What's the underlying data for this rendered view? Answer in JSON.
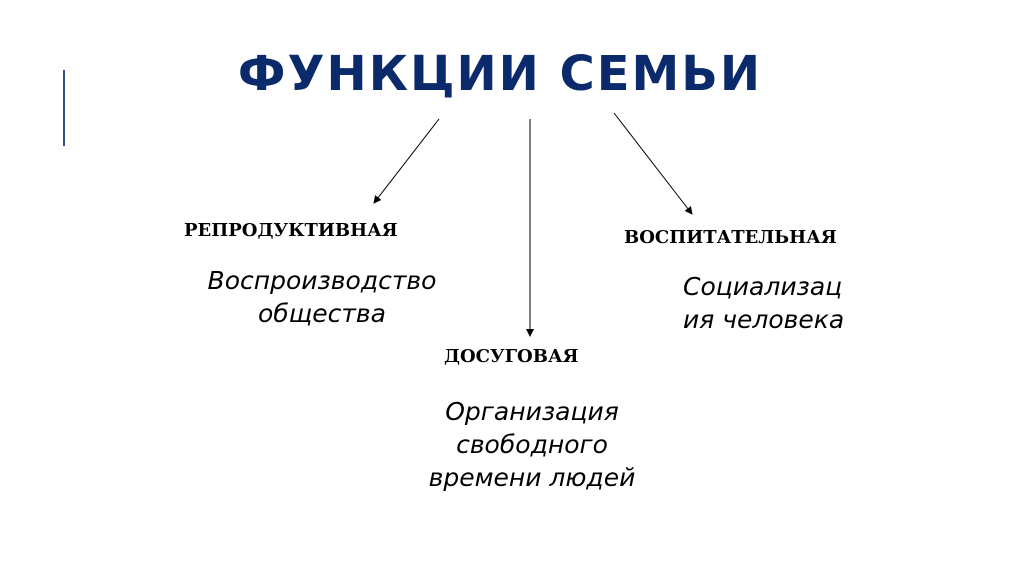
{
  "title": "ФУНКЦИИ СЕМЬИ",
  "functions": [
    {
      "heading": "РЕПРОДУКТИВНАЯ",
      "description_lines": [
        "Воспроизводство",
        "общества"
      ]
    },
    {
      "heading": "ДОСУГОВАЯ",
      "description_lines": [
        "Организация",
        "свободного",
        "времени людей"
      ]
    },
    {
      "heading": "ВОСПИТАТЕЛЬНАЯ",
      "description_lines": [
        "Социализац",
        "ия человека"
      ]
    }
  ],
  "colors": {
    "title": "#0b2a6b",
    "accent_bar": "#2f4f8f",
    "arrows": "#000000"
  }
}
